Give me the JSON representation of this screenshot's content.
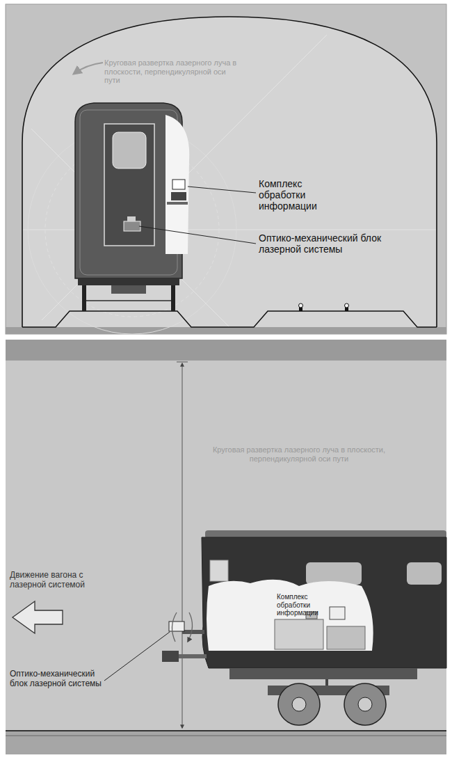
{
  "diagram": {
    "labels": [
      "Круговая развертка лазерного луча в плоскости, перпендикулярной оси пути",
      "Комплекс обработки информации",
      "Оптико-механический блок лазерной системы",
      "Круговая развертка лазерного луча в плоскости, перпендикулярной оси пути",
      "Движение вагона с лазерной системой",
      "Комплекс обработки информации",
      "Оптико-механический блок лазерной системы"
    ]
  }
}
